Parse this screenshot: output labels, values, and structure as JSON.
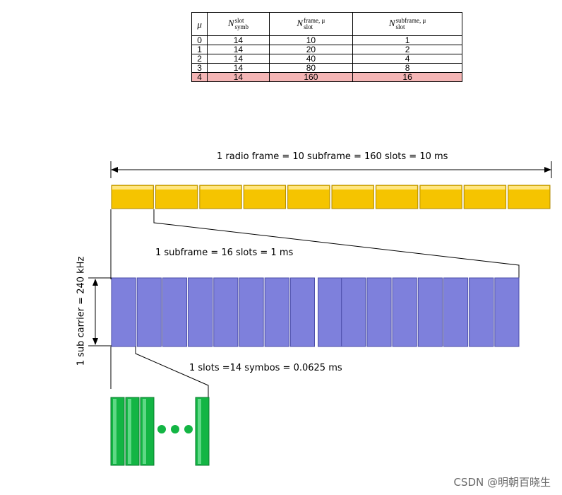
{
  "table": {
    "headers": {
      "mu": "μ",
      "symb": {
        "base": "N",
        "sup": "slot",
        "sub": "symb"
      },
      "frame": {
        "base": "N",
        "sup": "frame, μ",
        "sub": "slot"
      },
      "subframe": {
        "base": "N",
        "sup": "subframe, μ",
        "sub": "slot"
      }
    },
    "rows": [
      [
        "0",
        "14",
        "10",
        "1"
      ],
      [
        "1",
        "14",
        "20",
        "2"
      ],
      [
        "2",
        "14",
        "40",
        "4"
      ],
      [
        "3",
        "14",
        "80",
        "8"
      ],
      [
        "4",
        "14",
        "160",
        "16"
      ]
    ],
    "highlight_row": 4,
    "highlight_color": "#f4b5b5"
  },
  "diagram": {
    "frame_label": "1 radio frame = 10 subframe = 160 slots = 10 ms",
    "subframe_label": "1 subframe = 16 slots = 1 ms",
    "slot_label": "1 slots =14 symbos = 0.0625 ms",
    "subcarrier_label": "1 sub carrier = 240 kHz",
    "subframes_count": 10,
    "slots_count": 16,
    "symbols_shown": 4,
    "colors": {
      "subframe": "#f5c400",
      "slot": "#7e80dc",
      "symbol": "#13b544"
    }
  },
  "watermark": "CSDN @明朝百晓生"
}
